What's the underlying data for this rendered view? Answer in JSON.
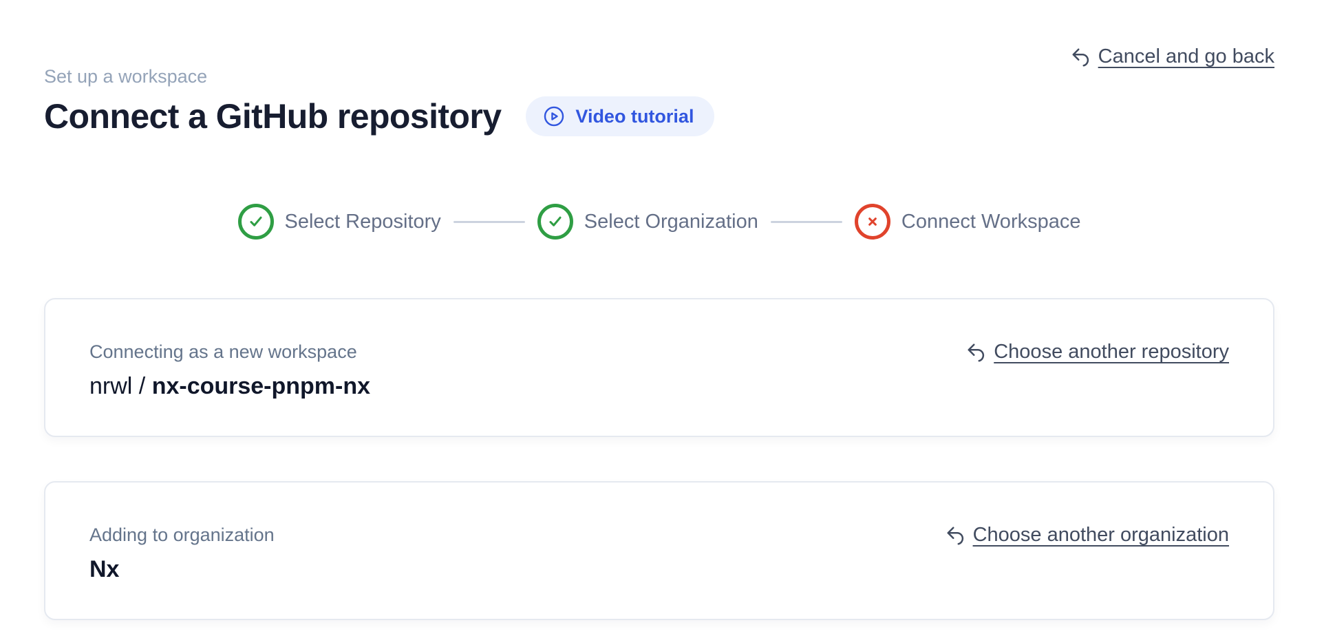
{
  "header": {
    "eyebrow": "Set up a workspace",
    "title": "Connect a GitHub repository",
    "video_button_label": "Video tutorial",
    "cancel_label": "Cancel and go back"
  },
  "stepper": {
    "steps": [
      {
        "label": "Select Repository",
        "status": "complete",
        "icon": "check-circle-icon"
      },
      {
        "label": "Select Organization",
        "status": "complete",
        "icon": "check-circle-icon"
      },
      {
        "label": "Connect Workspace",
        "status": "error",
        "icon": "x-circle-icon"
      }
    ]
  },
  "cards": [
    {
      "label": "Connecting as a new workspace",
      "value_prefix": "nrwl / ",
      "value_strong": "nx-course-pnpm-nx",
      "action_label": "Choose another repository"
    },
    {
      "label": "Adding to organization",
      "value_prefix": "",
      "value_strong": "Nx",
      "action_label": "Choose another organization"
    }
  ],
  "colors": {
    "step_complete": "#2f9e44",
    "step_error": "#e0432c",
    "accent_blue": "#3156df",
    "pill_background": "#edf2fd",
    "muted_text": "#94a3b8",
    "slate_text": "#64748b",
    "link_text": "#414b5f",
    "card_border": "#e5e9f0",
    "heading_text": "#171d30"
  }
}
